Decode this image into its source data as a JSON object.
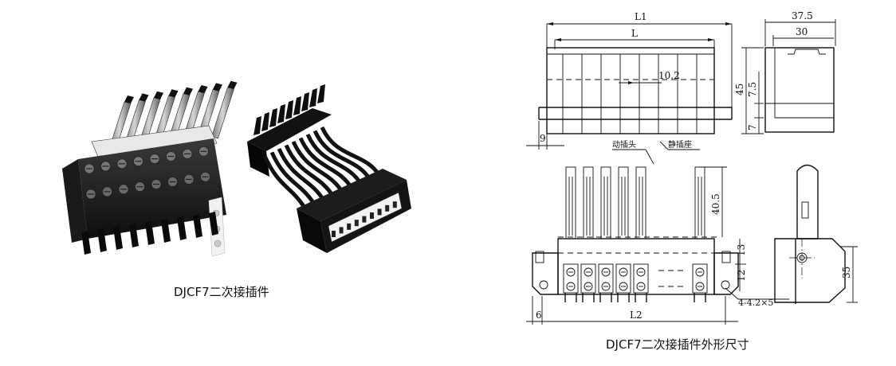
{
  "captions": {
    "photo": "DJCF7二次接插件",
    "drawing": "DJCF7二次接插件外形尺寸"
  },
  "dimensions": {
    "L1": "L1",
    "L": "L",
    "d37_5": "37.5",
    "d30": "30",
    "d10_2": "10.2",
    "d45": "45",
    "d7_5": "7.5",
    "d7": "7",
    "d9": "9",
    "d40_5": "40.5",
    "d13": "13",
    "d12": "12",
    "d35": "35",
    "d6": "6",
    "L2": "L2",
    "holes": "4-4.2×5"
  },
  "callouts": {
    "moving_plug": "动插头",
    "static_socket": "静插座"
  }
}
